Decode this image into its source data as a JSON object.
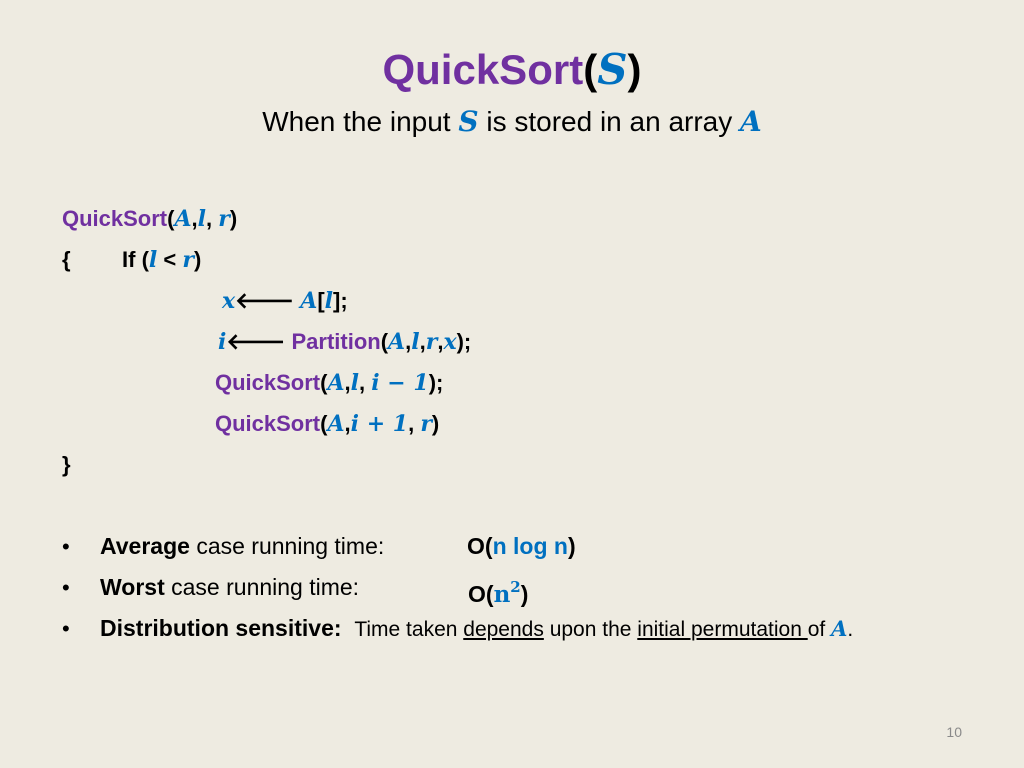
{
  "title": {
    "name": "QuickSort",
    "arg": "S"
  },
  "subtitle": {
    "pre": "When the input",
    "var1": "S",
    "mid": "is stored in an array",
    "var2": "A"
  },
  "code": {
    "fn_quicksort": "QuickSort",
    "fn_partition": "Partition",
    "kw_if": "If",
    "var_A": "A",
    "var_l": "l",
    "var_r": "r",
    "var_x": "x",
    "var_i": "i",
    "expr_i_minus_1": "i − 1",
    "expr_i_plus_1": "i + 1",
    "arrow": "🡐",
    "open_brace": "{",
    "close_brace": "}"
  },
  "bullets": [
    {
      "bold": "Average",
      "text": "case running time:",
      "complexity": "n log n"
    },
    {
      "bold": "Worst",
      "text": "case running time:",
      "complexity_base": "n",
      "complexity_exp": "2"
    },
    {
      "bold": "Distribution sensitive",
      "text_pre": "Time taken",
      "underline1": "depends",
      "text_mid": "upon the",
      "underline2": "initial permutation ",
      "text_post": "of",
      "var": "A"
    }
  ],
  "page_number": "10"
}
